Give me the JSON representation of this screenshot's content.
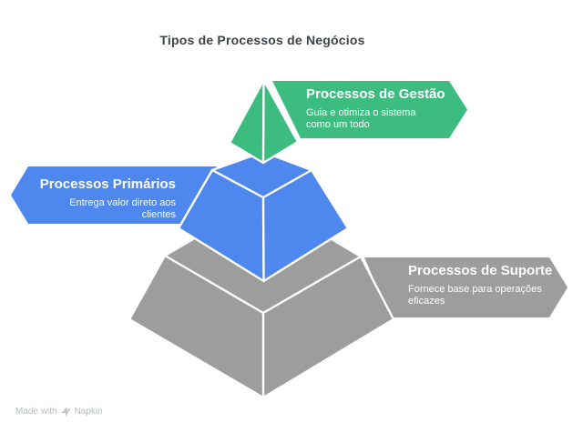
{
  "title": "Tipos de Processos de Negócios",
  "pyramid": {
    "levels": [
      {
        "label": "Processos de Gestão",
        "description": "Guia e otimiza o sistema como um todo",
        "color": "#3cbc7f",
        "position": "top",
        "callout_side": "right"
      },
      {
        "label": "Processos Primários",
        "description": "Entrega valor direto aos clientes",
        "color": "#4e87ee",
        "position": "middle",
        "callout_side": "left"
      },
      {
        "label": "Processos de Suporte",
        "description": "Fornece base para operações eficazes",
        "color": "#9d9d9d",
        "position": "bottom",
        "callout_side": "right"
      }
    ]
  },
  "colors": {
    "edge": "#ffffff",
    "background": "#ffffff",
    "title_text": "#3f4245",
    "watermark_text": "#b5bbc0"
  },
  "watermark": {
    "prefix": "Made with",
    "brand": "Napkin"
  }
}
